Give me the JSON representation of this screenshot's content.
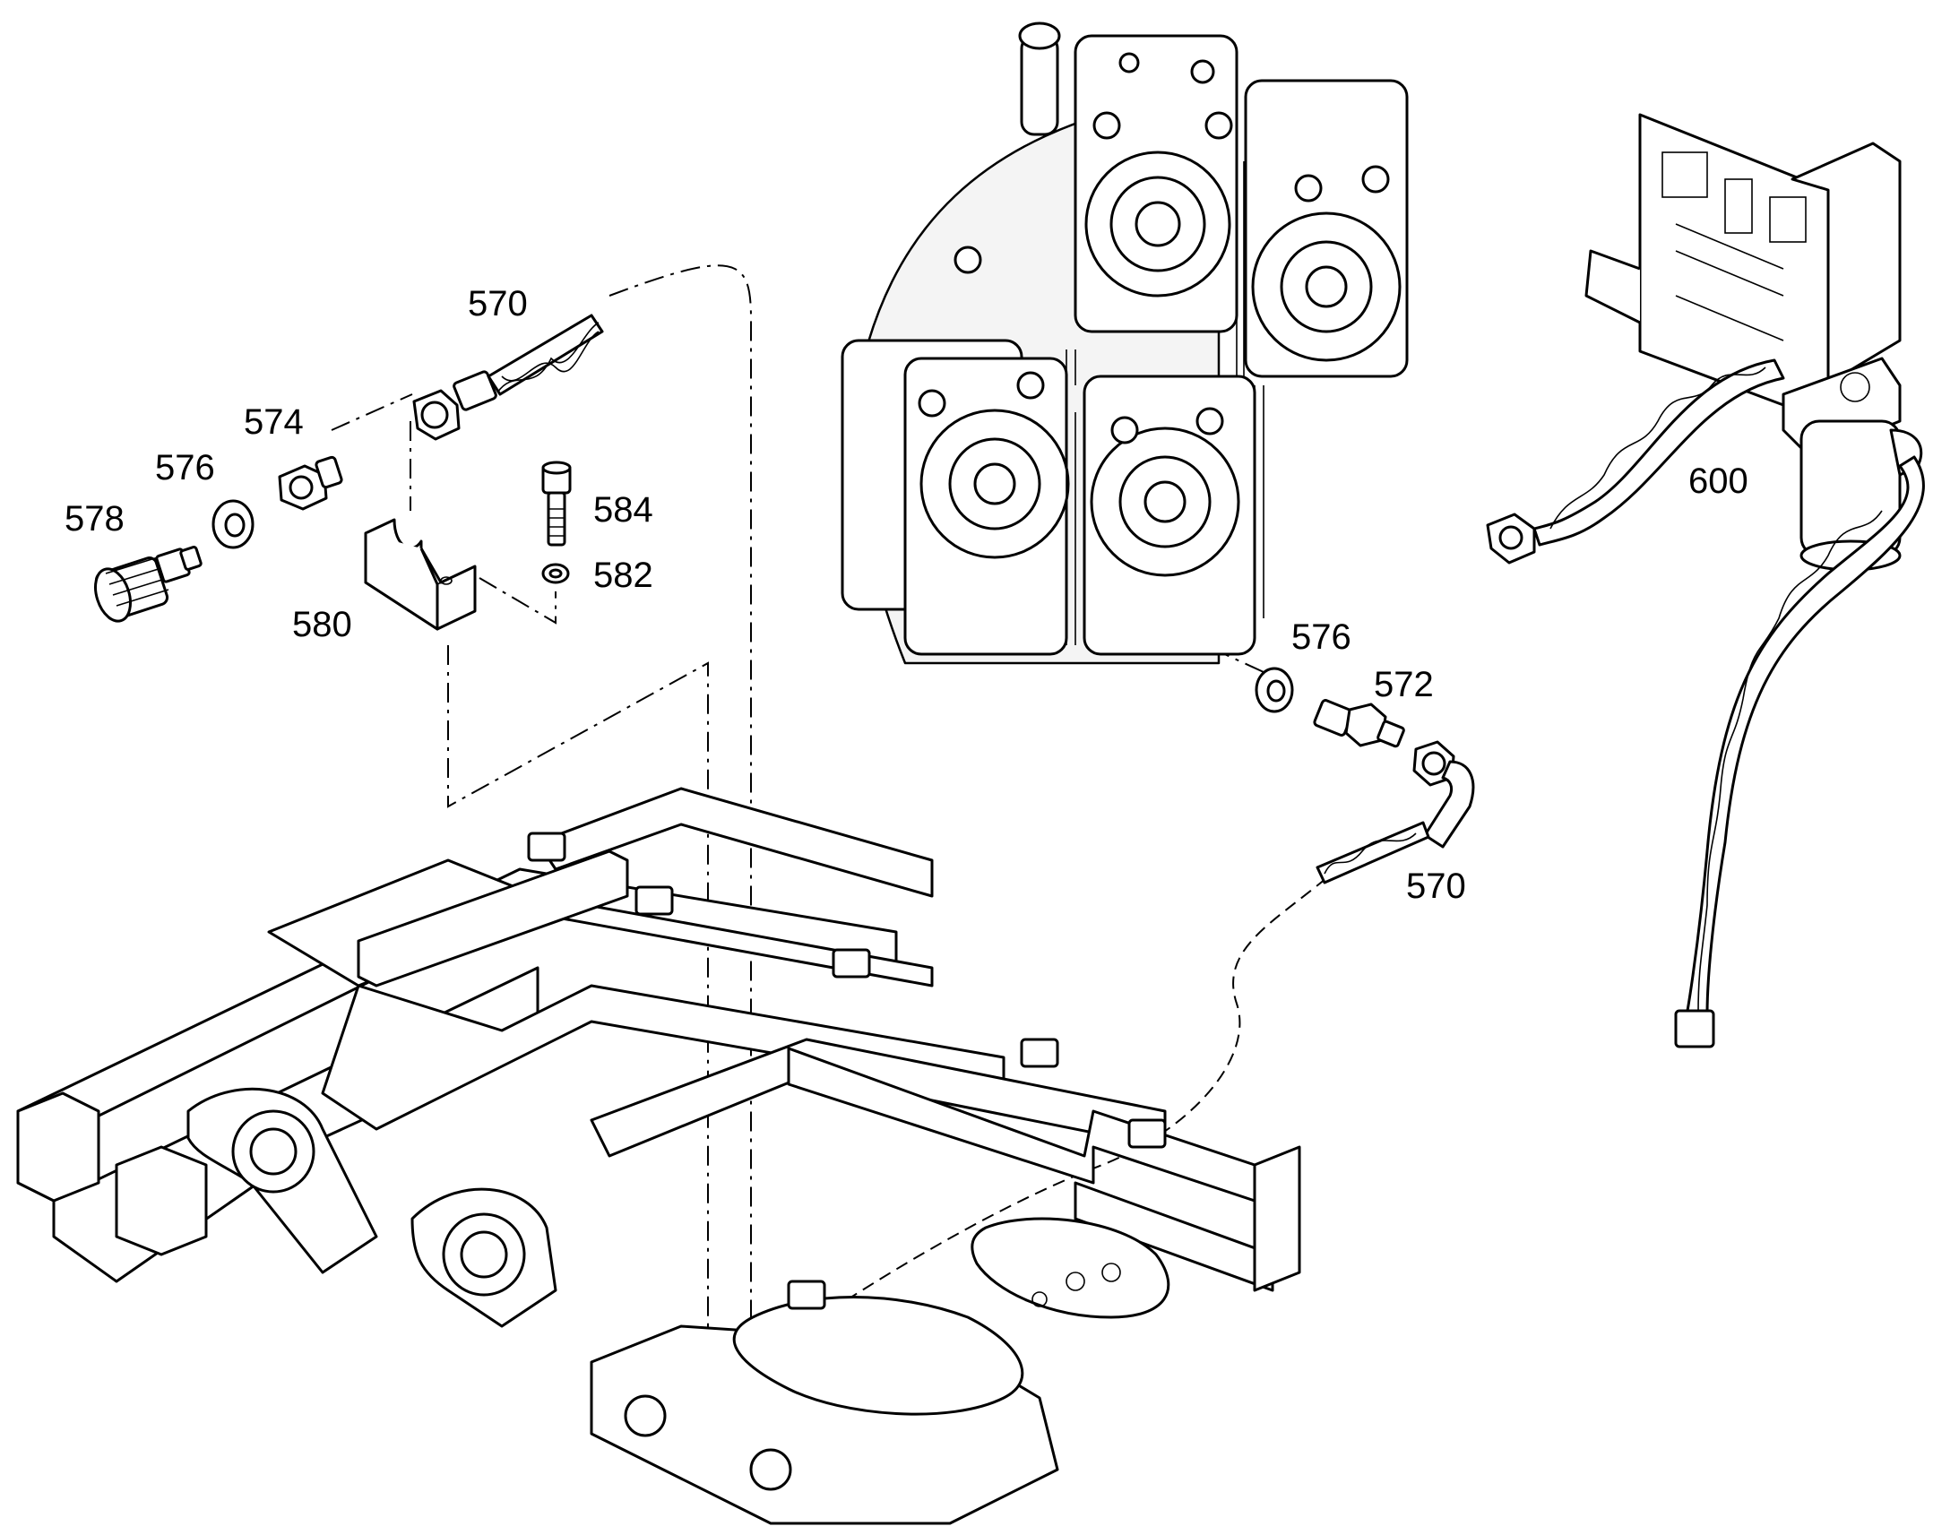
{
  "labels": {
    "p570_top": "570",
    "p574": "574",
    "p576_left": "576",
    "p578": "578",
    "p584": "584",
    "p582": "582",
    "p580": "580",
    "p576_right": "576",
    "p572": "572",
    "p570_right": "570",
    "p600": "600"
  }
}
